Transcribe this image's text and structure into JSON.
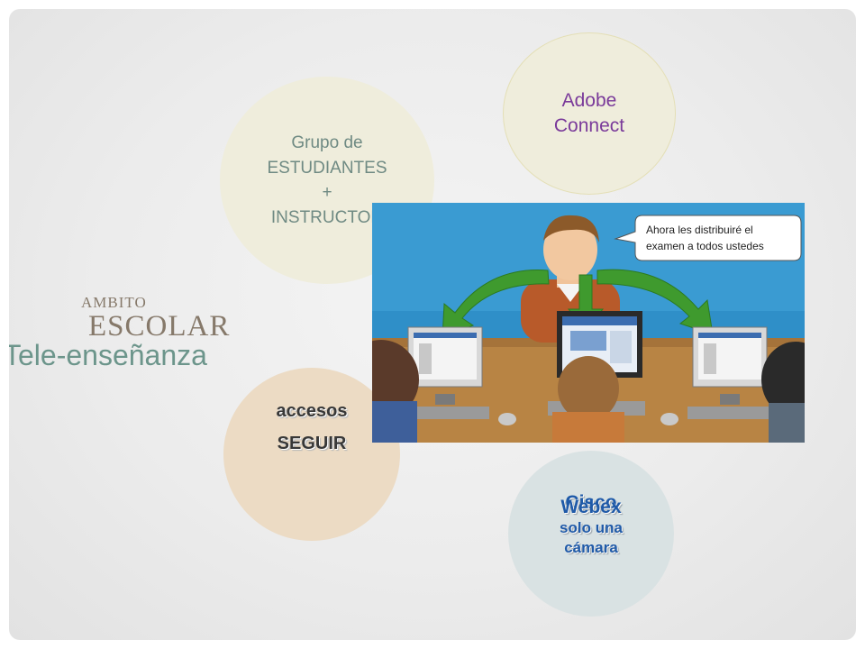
{
  "slide": {
    "title": {
      "ambito": "AMBITO",
      "escolar": "ESCOLAR",
      "tele": "Tele-enseñanza"
    },
    "circles": {
      "adobe": {
        "lines": [
          "Adobe",
          "Connect"
        ]
      },
      "grupo": {
        "lines": [
          "Grupo de",
          "ESTUDIANTES",
          "+",
          "INSTRUCTOR"
        ]
      },
      "seguir": {
        "lines": [
          "SEGUIR",
          "accesos"
        ]
      },
      "webex": {
        "lines": [
          "Cisco",
          "Webex"
        ],
        "sub": [
          "solo una",
          "cámara"
        ]
      }
    },
    "illustration": {
      "speech_bubble": [
        "Ahora les distribuiré el",
        "examen a todos ustedes"
      ]
    },
    "colors": {
      "adobe_text": "#7a3a9a",
      "grupo_text": "#6f8a83",
      "webex_text": "#1f5aa8",
      "title_text": "#86796a",
      "tele_text": "#6c958b",
      "illustration_bg": "#2f8fc8",
      "arrow_green": "#3f9a2e"
    }
  }
}
